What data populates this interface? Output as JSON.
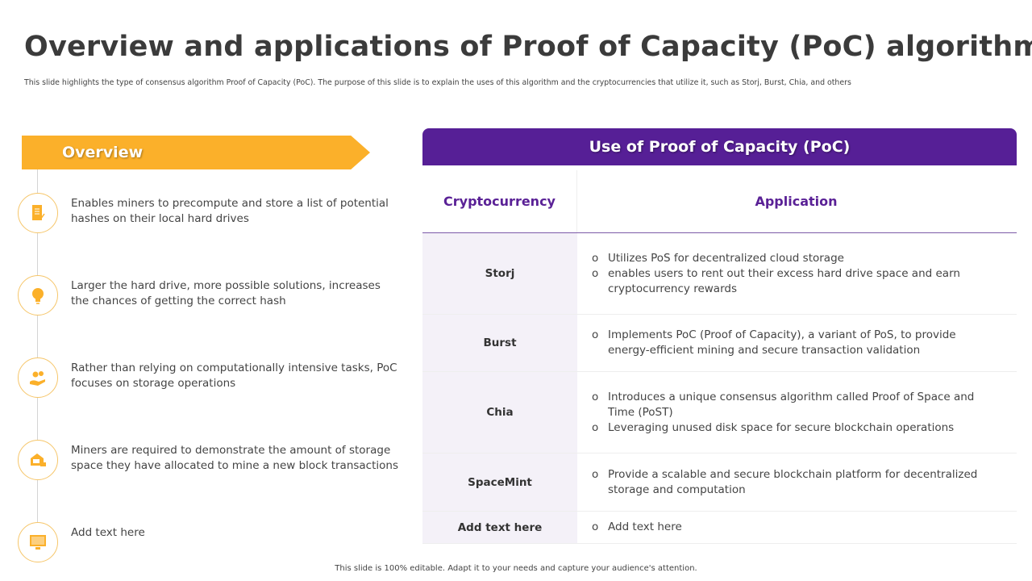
{
  "title": "Overview and applications of Proof of Capacity (PoC) algorithm",
  "subtitle": "This slide highlights the type of consensus algorithm Proof of Capacity (PoC). The purpose of this slide is to explain the uses of this algorithm and the cryptocurrencies that utilize it, such as Storj, Burst, Chia, and others",
  "overview": {
    "heading": "Overview",
    "accent": "#fbb02a",
    "items": [
      {
        "icon": "document-icon",
        "text": "Enables miners to precompute  and store a list of potential hashes on their local hard drives"
      },
      {
        "icon": "lightbulb-icon",
        "text": "Larger the hard drive, more possible solutions, increases the chances of getting the correct hash"
      },
      {
        "icon": "gears-hand-icon",
        "text": "Rather than relying on computationally intensive tasks, PoC focuses on storage operations"
      },
      {
        "icon": "storage-truck-icon",
        "text": "Miners are required to demonstrate the amount of storage space they have allocated to mine a new block transactions"
      },
      {
        "icon": "monitor-icon",
        "text": "Add text here"
      }
    ]
  },
  "table": {
    "title": "Use of Proof of Capacity (PoC)",
    "accent": "#561f96",
    "headers": [
      "Cryptocurrency",
      "Application"
    ],
    "rows": [
      {
        "name": "Storj",
        "bullets": [
          "Utilizes PoS for decentralized cloud storage",
          "enables users to rent out their excess hard drive space and earn cryptocurrency  rewards"
        ]
      },
      {
        "name": "Burst",
        "bullets": [
          "Implements PoC (Proof of Capacity), a variant of PoS, to provide energy-efficient mining and secure transaction validation"
        ]
      },
      {
        "name": "Chia",
        "bullets": [
          "Introduces a unique consensus algorithm called Proof of Space and Time (PoST)",
          "Leveraging unused disk space for secure blockchain operations"
        ]
      },
      {
        "name": "SpaceMint",
        "bullets": [
          "Provide a scalable and secure blockchain platform for decentralized storage and computation"
        ]
      },
      {
        "name": "Add text here",
        "bullets": [
          "Add text here"
        ]
      }
    ]
  },
  "footer": "This slide is 100% editable. Adapt it to your needs and capture your audience's attention."
}
